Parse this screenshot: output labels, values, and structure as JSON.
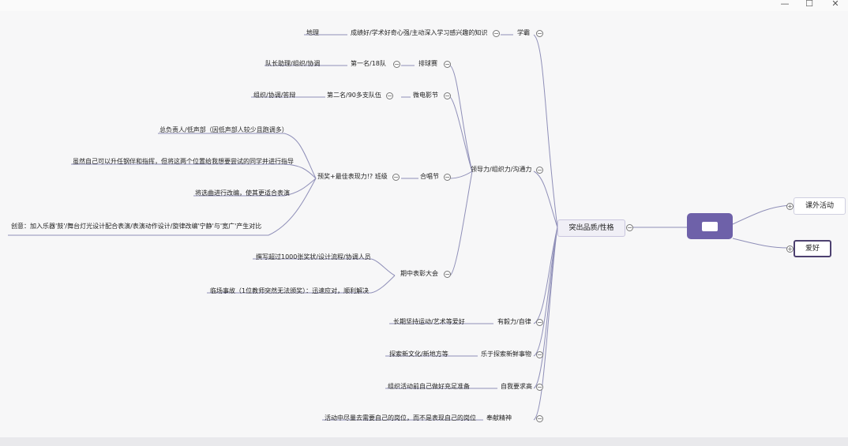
{
  "window": {
    "minimize": "—",
    "maximize": "☐",
    "close": "✕"
  },
  "root": {
    "label": ""
  },
  "right_nodes": [
    {
      "label": "课外活动",
      "toggle": "+"
    },
    {
      "label": "爱好",
      "toggle": "+"
    }
  ],
  "left_main": {
    "label": "突出品质/性格",
    "toggle": "−"
  },
  "branches": {
    "xueba": {
      "label": "学霸",
      "child": "成绩好/学术好奇心强/主动深入学习感兴趣的知识",
      "leaf": "地理"
    },
    "leadership": {
      "label": "领导力/组织力/沟通力"
    },
    "paiqiusai": {
      "label": "排球赛",
      "child": "第一名/18队",
      "leaf": "队长助理/组织/协调"
    },
    "weidianying": {
      "label": "微电影节",
      "child": "第二名/90多支队伍",
      "leaf": "组织/协调/答辩"
    },
    "hechang": {
      "label": "合唱节",
      "child": "预奖+最佳表现力!? 班级",
      "leaves": [
        "总负责人/低声部（因低声部人较少且跑调多）",
        "虽然自己可以升任钢伴和指挥，但将这两个位置给我想要尝试的同学并进行指导",
        "将选曲进行改编，使其更适合表演",
        "创意：加入乐器'鼓'/舞台灯光设计配合表演/表演动作设计/旋律改编'宁静'与'宽广'产生对比"
      ]
    },
    "qizhong": {
      "label": "期中表彰大会",
      "leaves": [
        "撰写超过1000张奖状/设计流程/协调人员",
        "临场事故（1位教师突然无法颁奖）：迅速应对，顺利解决"
      ]
    },
    "yili": {
      "label": "有毅力/自律",
      "leaf": "长期坚持运动/艺术等爱好"
    },
    "tansuo": {
      "label": "乐于探索新鲜事物",
      "leaf": "探索新文化/新地方等"
    },
    "yaoqiu": {
      "label": "自我要求高",
      "leaf": "组织活动前自己做好充足准备"
    },
    "fengxian": {
      "label": "奉献精神",
      "leaf": "活动中尽量去需要自己的岗位，而不是表现自己的岗位"
    }
  },
  "colors": {
    "edge": "#8f8fb8",
    "root_fill": "#6e61a9",
    "accent_border": "#4d4170"
  },
  "collapse_symbol": "−"
}
